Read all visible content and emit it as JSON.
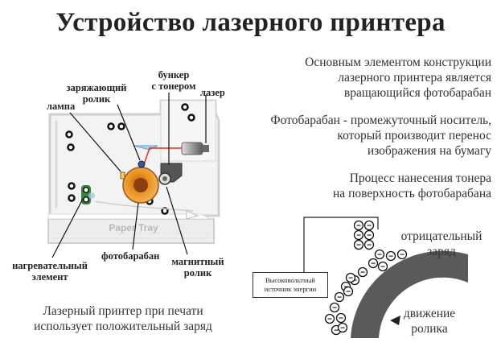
{
  "title": "Устройство лазерного принтера",
  "paragraphs": [
    [
      "Основным элементом конструкции",
      "лазерного принтера является",
      "вращающийся фотобарабан"
    ],
    [
      "Фотобарабан - промежуточный носитель,",
      "который производит перенос",
      "изображения на бумагу"
    ],
    [
      "Процесс нанесения тонера",
      "на поверхность фотобарабана"
    ]
  ],
  "labels": {
    "bunker": [
      "бункер",
      "с тонером"
    ],
    "charging_roller": [
      "заряжающий",
      "ролик"
    ],
    "laser": "лазер",
    "lamp": "лампа",
    "heating_element": [
      "нагревательный",
      "элемент"
    ],
    "photodrum": "фотобарабан",
    "magnetic_roller": [
      "магнитный",
      "ролик"
    ]
  },
  "paper_tray": "Paper Tray",
  "bottom_note": [
    "Лазерный принтер при печати",
    "использует положительный заряд"
  ],
  "high_voltage_source": [
    "Высоковольтный",
    "источник энергии"
  ],
  "negative_charge": [
    "отрицательный",
    "заряд"
  ],
  "roller_motion": [
    "движение",
    "ролика"
  ],
  "charge_symbol": "−",
  "colors": {
    "drum_orange": "#e8901c",
    "drum_dark": "#8a3e12",
    "laser_beam": "#e03010",
    "roller_green": "#2e8b3a",
    "arc_gray": "#5a5a5a"
  }
}
